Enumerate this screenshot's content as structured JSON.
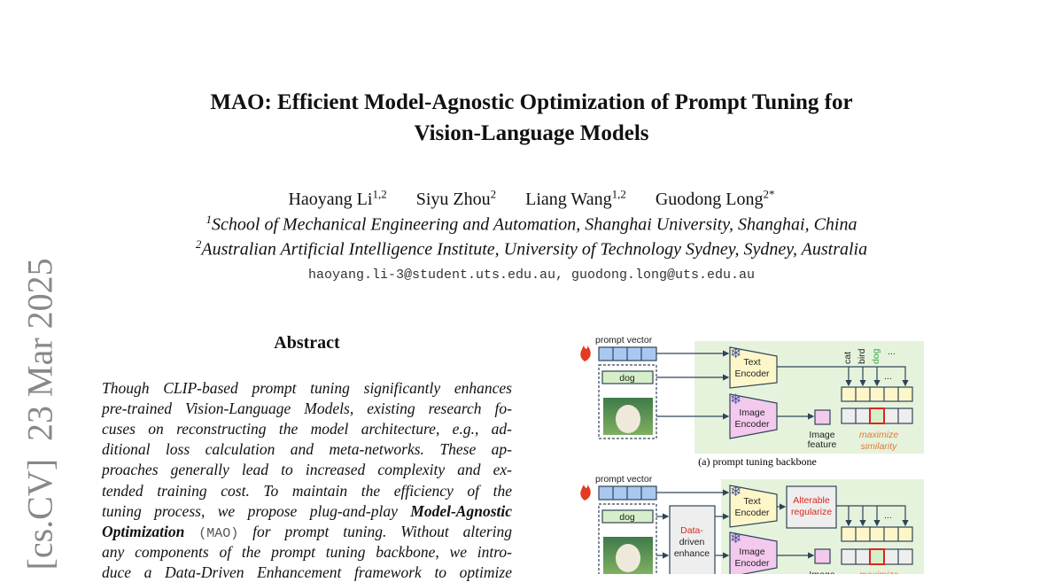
{
  "paper": {
    "title_line1": "MAO: Efficient Model-Agnostic Optimization of Prompt Tuning for",
    "title_line2": "Vision-Language Models",
    "authors": [
      {
        "name": "Haoyang Li",
        "sup": "1,2"
      },
      {
        "name": "Siyu Zhou",
        "sup": "2"
      },
      {
        "name": "Liang Wang",
        "sup": "1,2"
      },
      {
        "name": "Guodong Long",
        "sup": "2*"
      }
    ],
    "affiliations": [
      {
        "sup": "1",
        "text": "School of Mechanical Engineering and Automation, Shanghai University, Shanghai, China"
      },
      {
        "sup": "2",
        "text": "Australian Artificial Intelligence Institute, University of Technology Sydney, Sydney, Australia"
      }
    ],
    "emails": "haoyang.li-3@student.uts.edu.au, guodong.long@uts.edu.au",
    "arxiv_stamp": "[cs.CV]  23 Mar 2025"
  },
  "abstract": {
    "heading": "Abstract",
    "lines": [
      "Though CLIP-based prompt tuning significantly enhances",
      "pre-trained Vision-Language Models, existing research fo-",
      "cuses on reconstructing the model architecture, e.g., ad-",
      "ditional loss calculation and meta-networks.  These ap-",
      "proaches generally lead to increased complexity and ex-",
      "tended training cost.  To maintain the efficiency of the",
      "tuning process, we propose plug-and-play",
      "any components of the prompt tuning backbone, we intro-",
      "duce a Data-Driven Enhancement framework to optimize"
    ],
    "line7_bold": "Model-Agnostic",
    "line8_bold": "Optimization",
    "line8_acronym": "(MAO)",
    "line8_rest": "for prompt tuning.  Without altering"
  },
  "figure": {
    "prompt_vector": "prompt vector",
    "dog": "dog",
    "text_encoder_1": "Text",
    "text_encoder_2": "Encoder",
    "image_encoder_1": "Image",
    "image_encoder_2": "Encoder",
    "classes": [
      "cat",
      "bird",
      "dog",
      "..."
    ],
    "image_feature_1": "Image",
    "image_feature_2": "feature",
    "maximize": "maximize",
    "similarity": "similarity",
    "caption_a": "(a) prompt tuning backbone",
    "data_driven_1": "Data-",
    "data_driven_2": "driven",
    "data_driven_3": "enhance",
    "alterable_1": "Alterable",
    "alterable_2": "regularize",
    "ellipsis": "...",
    "colors": {
      "green_bg": "#e6f3dc",
      "blue": "#a9c8f0",
      "yellow": "#fdf6c8",
      "pink": "#f3c9ee",
      "red": "#d6281e",
      "orange": "#e07a3a"
    }
  }
}
